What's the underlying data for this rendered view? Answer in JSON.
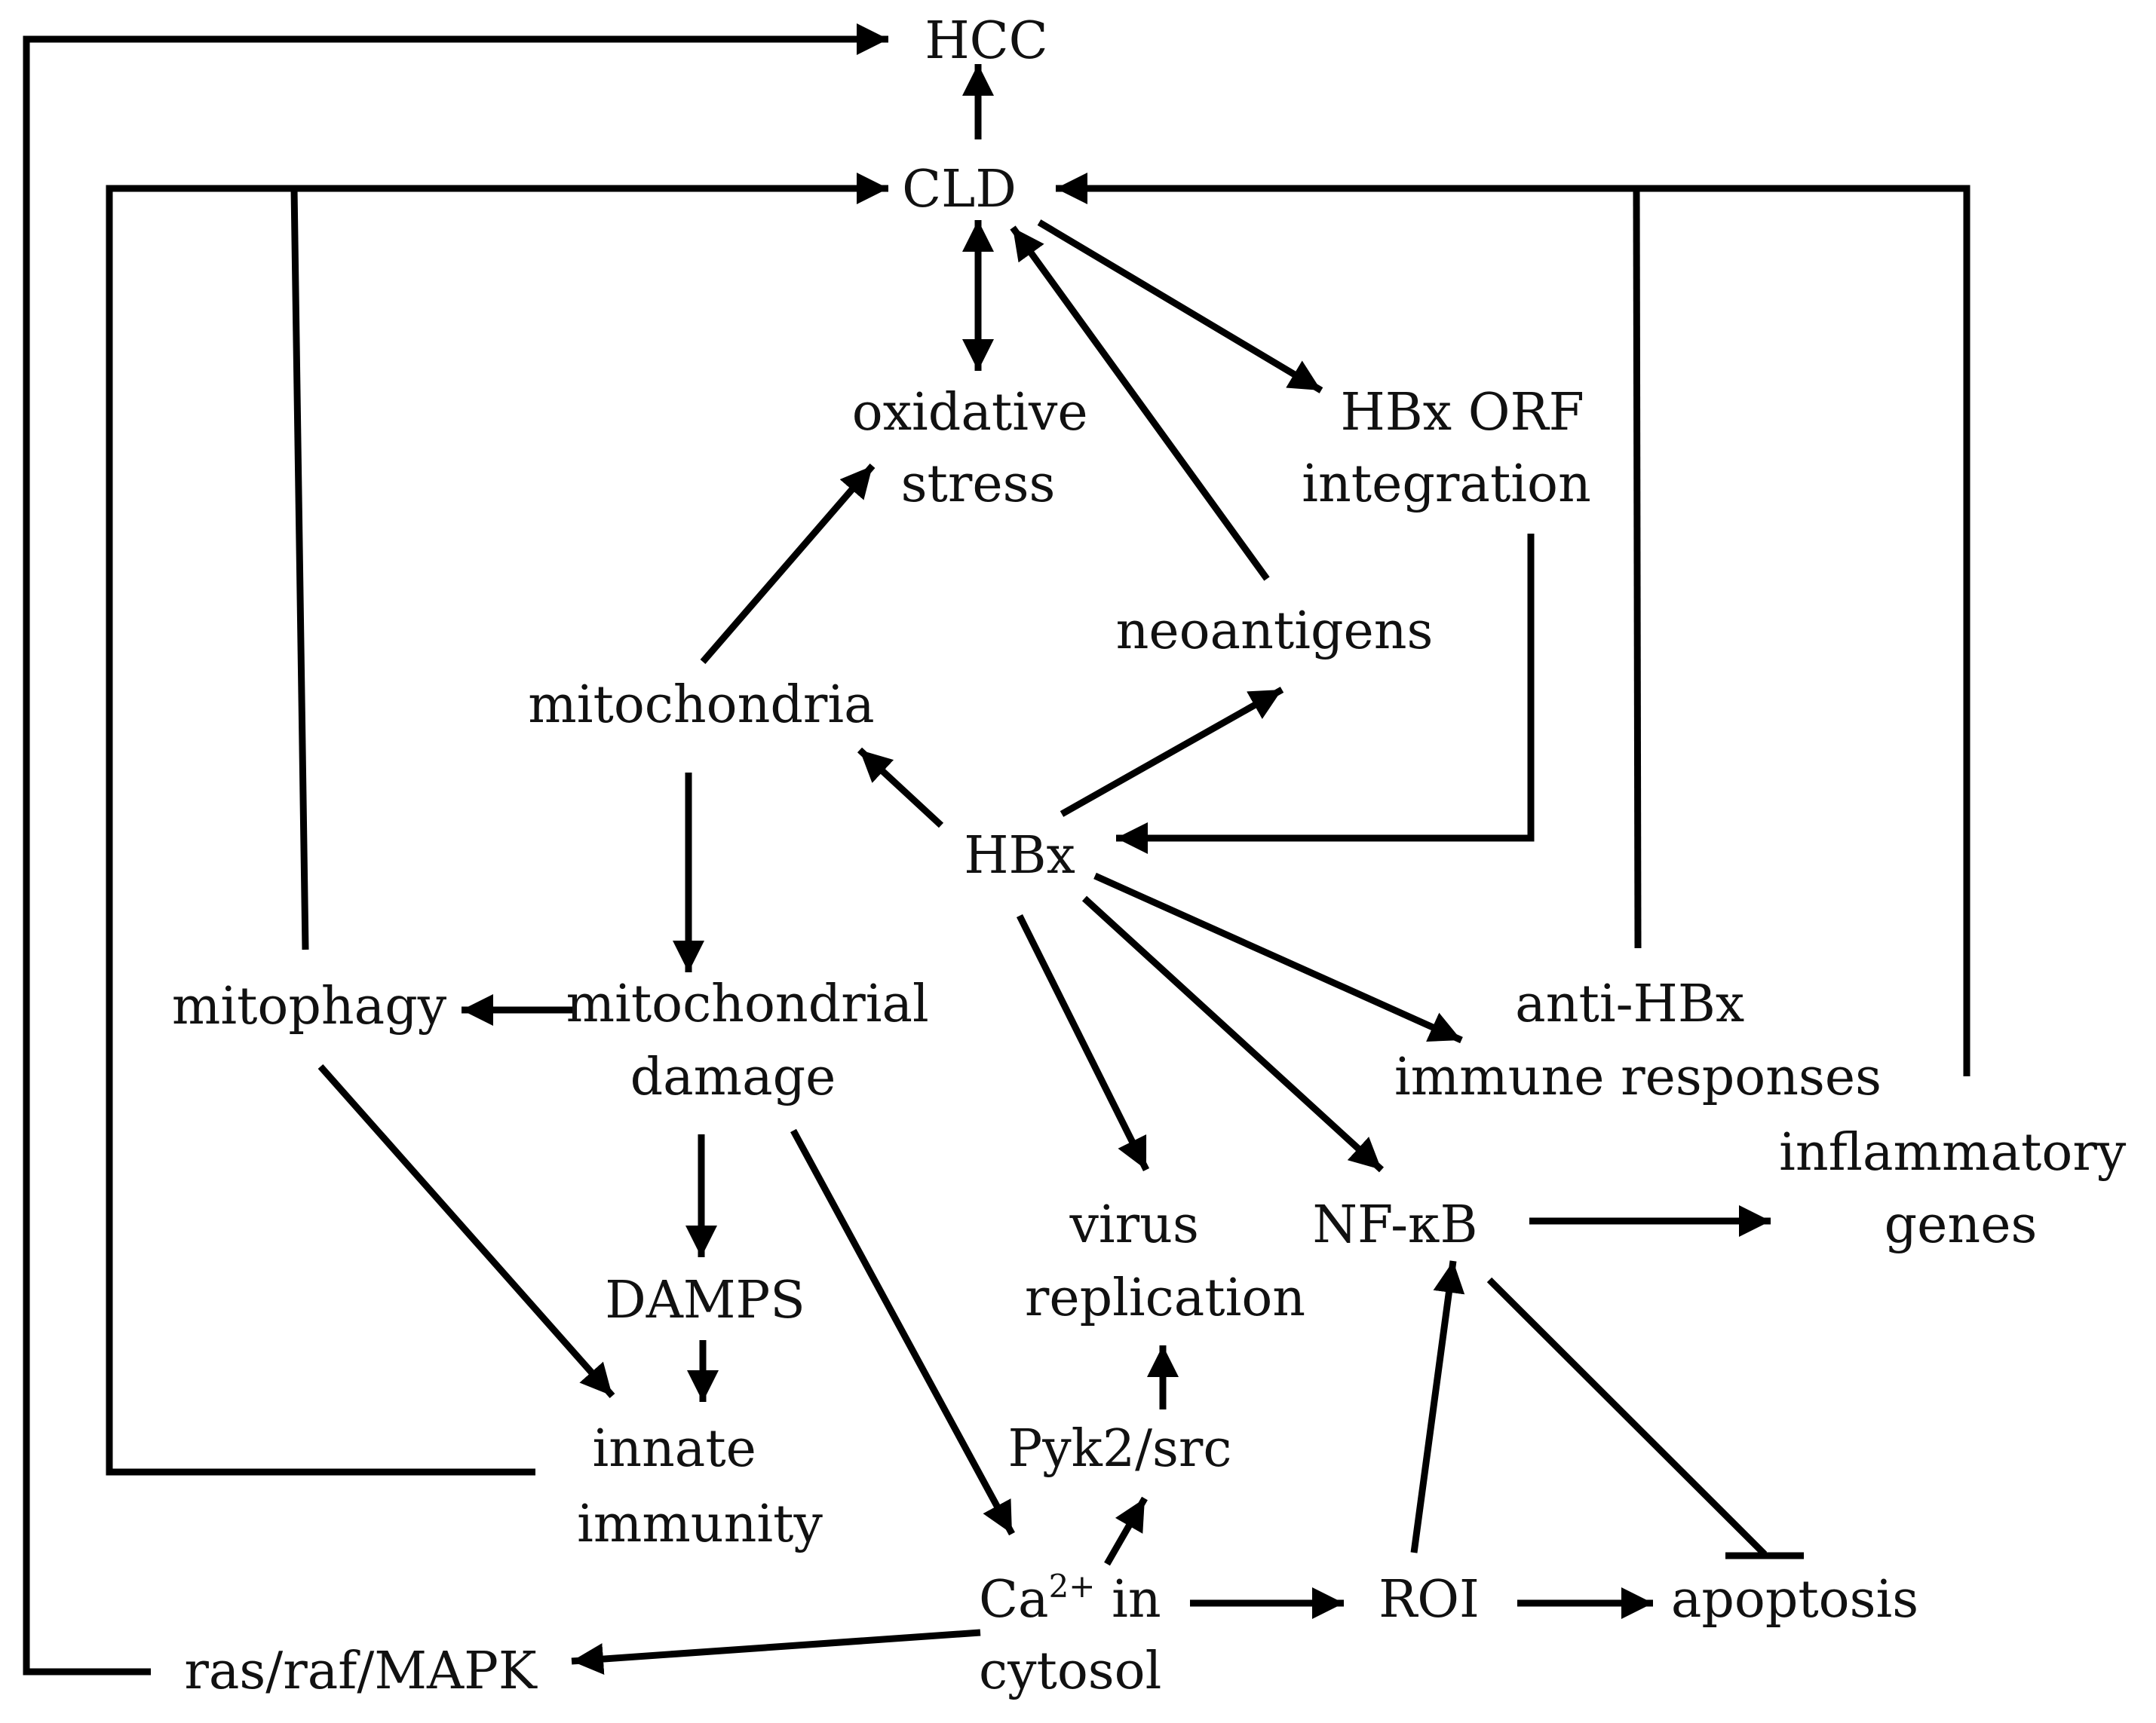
{
  "colors": {
    "line": "#000000",
    "text": "#111111",
    "background": "#ffffff"
  },
  "nodes": {
    "hcc": "HCC",
    "cld": "CLD",
    "oxidative_stress": {
      "line1": "oxidative",
      "line2": "stress"
    },
    "hbx_orf_integration": {
      "line1": "HBx ORF",
      "line2": "integration"
    },
    "neoantigens": "neoantigens",
    "mitochondria": "mitochondria",
    "hbx": "HBx",
    "mitophagy": "mitophagy",
    "mitochondrial_damage": {
      "line1": "mitochondrial",
      "line2": "damage"
    },
    "anti_hbx": {
      "line1": "anti-HBx",
      "line2": "immune responses"
    },
    "inflammatory_genes": {
      "line1": "inflammatory",
      "line2": "genes"
    },
    "virus_replication": {
      "line1": "virus",
      "line2": "replication"
    },
    "nf_kb": "NF-κB",
    "damps": "DAMPS",
    "innate_immunity": {
      "line1": "innate",
      "line2": "immunity"
    },
    "pyk2_src": "Pyk2/src",
    "ca_cytosol": {
      "base": "Ca",
      "sup": "2+",
      "rest": " in",
      "line2": "cytosol"
    },
    "roi": "ROI",
    "apoptosis": "apoptosis",
    "ras_raf_mapk": "ras/raf/MAPK"
  }
}
